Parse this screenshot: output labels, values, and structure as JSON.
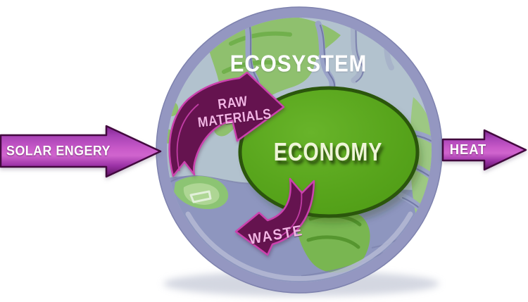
{
  "labels": {
    "ecosystem": "ECOSYSTEM",
    "economy": "ECONOMY",
    "raw_materials_line1": "RAW",
    "raw_materials_line2": "MATERIALS",
    "waste": "WASTE",
    "solar_energy": "SOLAR ENGERY",
    "heat": "HEAT"
  },
  "colors": {
    "globe_rim": "#9497c1",
    "ocean_top": "#b2c2ce",
    "ocean_bottom": "#8e96bf",
    "continent_green": "#8fc06e",
    "economy_fill": "#58a51c",
    "economy_border": "#2b560c",
    "economy_text": "#eff5d8",
    "cycle_arrow_fill": "#65134f",
    "cycle_arrow_outline": "#cb42ae",
    "cycle_text": "#f2b4e4",
    "flow_border": "#42093e",
    "flow_bright": "#c95ac9",
    "flow_dark": "#7e2490",
    "label_white": "#ffffff"
  }
}
